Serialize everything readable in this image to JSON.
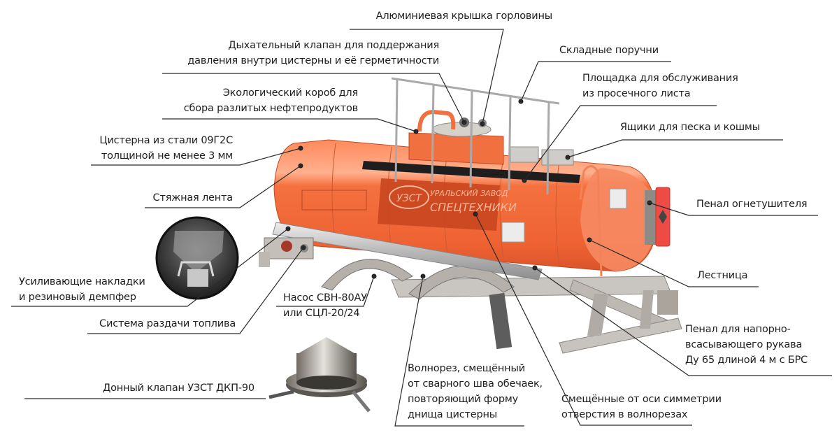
{
  "diagram": {
    "subject": "Автоцистерна УЗСТ (топливозаправщик) — устройство",
    "colors": {
      "tank_orange": "#f26a3c",
      "tank_shadow": "#d9542b",
      "tank_highlight": "#ff9a72",
      "metal": "#b8b8b8",
      "leader_line": "#2a2a2a",
      "text": "#1e1e1e"
    },
    "logo": {
      "short": "УЗСТ",
      "line1": "УРАЛЬСКИЙ ЗАВОД",
      "line2": "СПЕЦТЕХНИКИ"
    },
    "callouts": {
      "lid": {
        "lines": [
          "Алюминиевая крышка горловины"
        ]
      },
      "breather_valve": {
        "lines": [
          "Дыхательный клапан для поддержания",
          "давления внутри цистерны и её герметичности"
        ]
      },
      "eco_box": {
        "lines": [
          "Экологический короб для",
          "сбора разлитых нефтепродуктов"
        ]
      },
      "tank_steel": {
        "lines": [
          "Цистерна из стали 09Г2С",
          "толщиной не менее 3 мм"
        ]
      },
      "strap": {
        "lines": [
          "Стяжная лента"
        ]
      },
      "reinforcement": {
        "lines": [
          "Усиливающие накладки",
          "и резиновый демпфер"
        ]
      },
      "fuel_system": {
        "lines": [
          "Система раздачи топлива"
        ]
      },
      "pump": {
        "lines": [
          "Насос СВН-80АУ",
          "или СЦЛ-20/24"
        ]
      },
      "bottom_valve": {
        "lines": [
          "Донный клапан УЗСТ ДКП-90"
        ]
      },
      "folding_rails": {
        "lines": [
          "Складные поручни"
        ]
      },
      "platform": {
        "lines": [
          "Площадка для обслуживания",
          "из просечного листа"
        ]
      },
      "sand_boxes": {
        "lines": [
          "Ящики для песка и кошмы"
        ]
      },
      "extinguisher": {
        "lines": [
          "Пенал огнетушителя"
        ]
      },
      "ladder": {
        "lines": [
          "Лестница"
        ]
      },
      "hose_case": {
        "lines": [
          "Пенал для напорно-",
          "всасывающего рукава",
          "Ду 65 длиной 4 м с БРС"
        ]
      },
      "wave_breaker": {
        "lines": [
          "Волнорез, смещённый",
          "от сварного шва обечаек,",
          "повторяющий форму",
          "днища цистерны"
        ]
      },
      "offset_holes": {
        "lines": [
          "Смещённые от оси симметрии",
          "отверстия в волнорезах"
        ]
      }
    }
  }
}
